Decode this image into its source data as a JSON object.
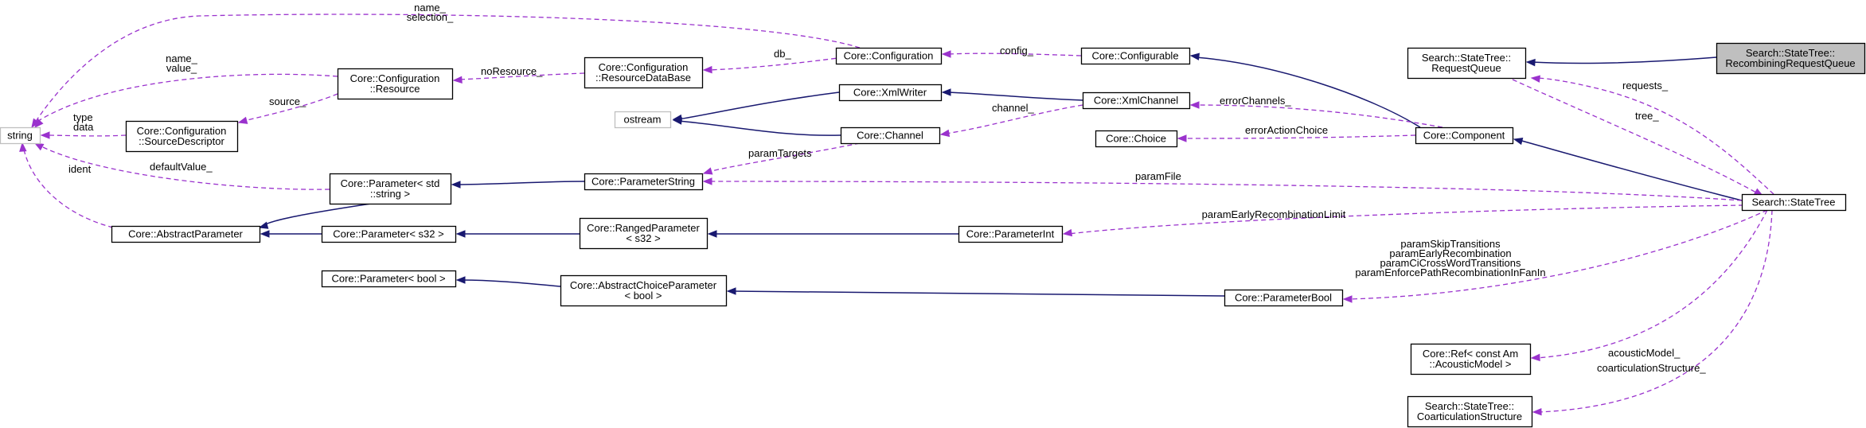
{
  "diagram": {
    "nodes": [
      {
        "id": "recombining",
        "lines": [
          "Search::StateTree::",
          "RecombiningRequestQueue"
        ],
        "style": "highlight"
      },
      {
        "id": "requestqueue",
        "lines": [
          "Search::StateTree::",
          "RequestQueue"
        ]
      },
      {
        "id": "statetree",
        "lines": [
          "Search::StateTree"
        ]
      },
      {
        "id": "component",
        "lines": [
          "Core::Component"
        ]
      },
      {
        "id": "configurable",
        "lines": [
          "Core::Configurable"
        ]
      },
      {
        "id": "configuration",
        "lines": [
          "Core::Configuration"
        ]
      },
      {
        "id": "resourcedb",
        "lines": [
          "Core::Configuration",
          "::ResourceDataBase"
        ]
      },
      {
        "id": "resource",
        "lines": [
          "Core::Configuration",
          "::Resource"
        ]
      },
      {
        "id": "sourcedesc",
        "lines": [
          "Core::Configuration",
          "::SourceDescriptor"
        ]
      },
      {
        "id": "string",
        "lines": [
          "string"
        ],
        "style": "external"
      },
      {
        "id": "xmlwriter",
        "lines": [
          "Core::XmlWriter"
        ]
      },
      {
        "id": "xmlchannel",
        "lines": [
          "Core::XmlChannel"
        ]
      },
      {
        "id": "ostream",
        "lines": [
          "ostream"
        ],
        "style": "external"
      },
      {
        "id": "channel",
        "lines": [
          "Core::Channel"
        ]
      },
      {
        "id": "choice",
        "lines": [
          "Core::Choice"
        ]
      },
      {
        "id": "paramstring",
        "lines": [
          "Core::ParameterString"
        ]
      },
      {
        "id": "paramstdstring",
        "lines": [
          "Core::Parameter< std",
          "::string >"
        ]
      },
      {
        "id": "abstractparam",
        "lines": [
          "Core::AbstractParameter"
        ]
      },
      {
        "id": "params32",
        "lines": [
          "Core::Parameter< s32 >"
        ]
      },
      {
        "id": "rangedparam",
        "lines": [
          "Core::RangedParameter",
          "< s32 >"
        ]
      },
      {
        "id": "paramint",
        "lines": [
          "Core::ParameterInt"
        ]
      },
      {
        "id": "parambool",
        "lines": [
          "Core::Parameter< bool >"
        ]
      },
      {
        "id": "abstractchoice",
        "lines": [
          "Core::AbstractChoiceParameter",
          "< bool >"
        ]
      },
      {
        "id": "parameterbool",
        "lines": [
          "Core::ParameterBool"
        ]
      },
      {
        "id": "acousticref",
        "lines": [
          "Core::Ref< const Am",
          "::AcousticModel >"
        ]
      },
      {
        "id": "coart",
        "lines": [
          "Search::StateTree::",
          "CoarticulationStructure"
        ]
      }
    ],
    "edges": [
      {
        "id": "e1",
        "kind": "inherit",
        "label": []
      },
      {
        "id": "e2",
        "kind": "use",
        "label": [
          "requests_"
        ]
      },
      {
        "id": "e3",
        "kind": "use",
        "label": [
          "tree_"
        ]
      },
      {
        "id": "e4",
        "kind": "inherit",
        "label": []
      },
      {
        "id": "e5",
        "kind": "inherit",
        "label": []
      },
      {
        "id": "e6",
        "kind": "use",
        "label": [
          "config_"
        ]
      },
      {
        "id": "e7",
        "kind": "use",
        "label": [
          "db_"
        ]
      },
      {
        "id": "e8",
        "kind": "use",
        "label": [
          "noResource_"
        ]
      },
      {
        "id": "e9",
        "kind": "use",
        "label": [
          "source_"
        ]
      },
      {
        "id": "e10",
        "kind": "use",
        "label": [
          "name_",
          "selection_"
        ]
      },
      {
        "id": "e11",
        "kind": "use",
        "label": [
          "name_",
          "value_"
        ]
      },
      {
        "id": "e12",
        "kind": "use",
        "label": [
          "type",
          "data"
        ]
      },
      {
        "id": "e13",
        "kind": "use",
        "label": [
          "defaultValue_"
        ]
      },
      {
        "id": "e14",
        "kind": "use",
        "label": [
          "ident"
        ]
      },
      {
        "id": "e15",
        "kind": "use",
        "label": [
          "errorChannels_"
        ]
      },
      {
        "id": "e16",
        "kind": "use",
        "label": [
          "errorActionChoice"
        ]
      },
      {
        "id": "e17",
        "kind": "inherit",
        "label": []
      },
      {
        "id": "e18",
        "kind": "use",
        "label": [
          "channel_"
        ]
      },
      {
        "id": "e19",
        "kind": "inherit",
        "label": []
      },
      {
        "id": "e20",
        "kind": "inherit",
        "label": []
      },
      {
        "id": "e21",
        "kind": "use",
        "label": [
          "paramTargets"
        ]
      },
      {
        "id": "e22",
        "kind": "use",
        "label": [
          "paramFile"
        ]
      },
      {
        "id": "e23",
        "kind": "inherit",
        "label": []
      },
      {
        "id": "e24",
        "kind": "inherit",
        "label": []
      },
      {
        "id": "e25",
        "kind": "use",
        "label": [
          "paramEarlyRecombinationLimit"
        ]
      },
      {
        "id": "e26",
        "kind": "inherit",
        "label": []
      },
      {
        "id": "e27",
        "kind": "inherit",
        "label": []
      },
      {
        "id": "e28",
        "kind": "inherit",
        "label": []
      },
      {
        "id": "e29",
        "kind": "use",
        "label": [
          "paramSkipTransitions",
          "paramEarlyRecombination",
          "paramCiCrossWordTransitions",
          "paramEnforcePathRecombinationInFanIn"
        ]
      },
      {
        "id": "e30",
        "kind": "inherit",
        "label": []
      },
      {
        "id": "e31",
        "kind": "inherit",
        "label": []
      },
      {
        "id": "e32",
        "kind": "use",
        "label": [
          "acousticModel_"
        ]
      },
      {
        "id": "e33",
        "kind": "use",
        "label": [
          "coarticulationStructure_"
        ]
      }
    ]
  }
}
